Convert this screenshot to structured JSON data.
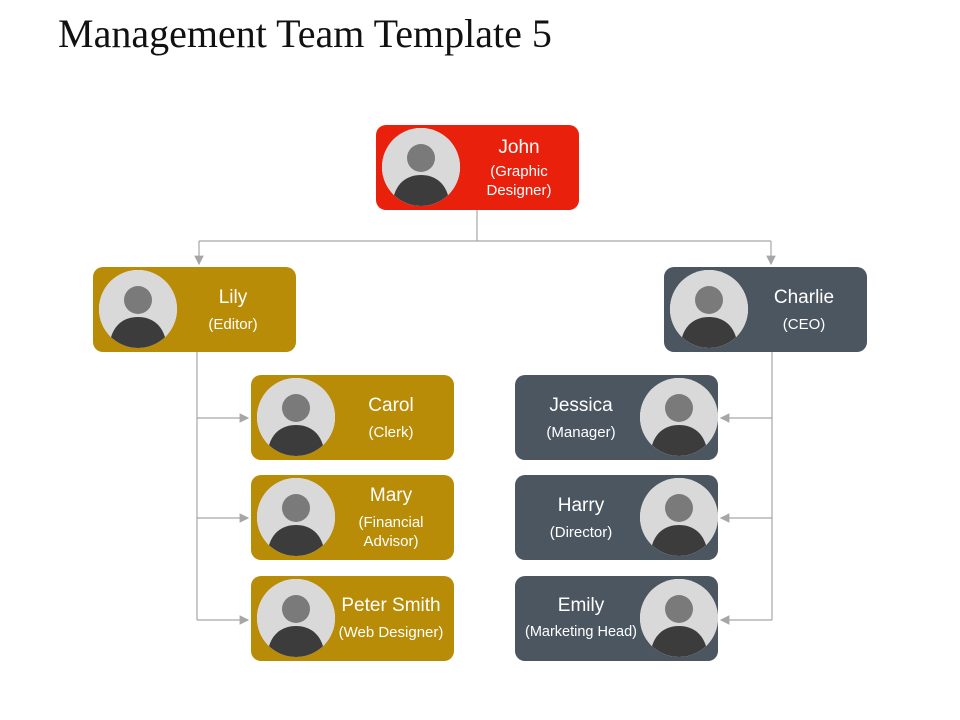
{
  "title": "Management Team Template 5",
  "colors": {
    "red": "#e9200c",
    "gold": "#b98c07",
    "slate": "#4b5661",
    "connector": "#a6a6a6"
  },
  "people": {
    "john": {
      "name": "John",
      "role": "(Graphic Designer)",
      "icon": "person-photo-icon"
    },
    "lily": {
      "name": "Lily",
      "role": "(Editor)",
      "icon": "person-photo-icon"
    },
    "charlie": {
      "name": "Charlie",
      "role": "(CEO)",
      "icon": "person-photo-icon"
    },
    "carol": {
      "name": "Carol",
      "role": "(Clerk)",
      "icon": "person-photo-icon"
    },
    "mary": {
      "name": "Mary",
      "role": "(Financial Advisor)",
      "icon": "person-photo-icon"
    },
    "peter": {
      "name": "Peter Smith",
      "role": "(Web Designer)",
      "icon": "person-photo-icon"
    },
    "jessica": {
      "name": "Jessica",
      "role": "(Manager)",
      "icon": "person-photo-icon"
    },
    "harry": {
      "name": "Harry",
      "role": "(Director)",
      "icon": "person-photo-icon"
    },
    "emily": {
      "name": "Emily",
      "role": "(Marketing Head)",
      "icon": "person-photo-icon"
    }
  }
}
